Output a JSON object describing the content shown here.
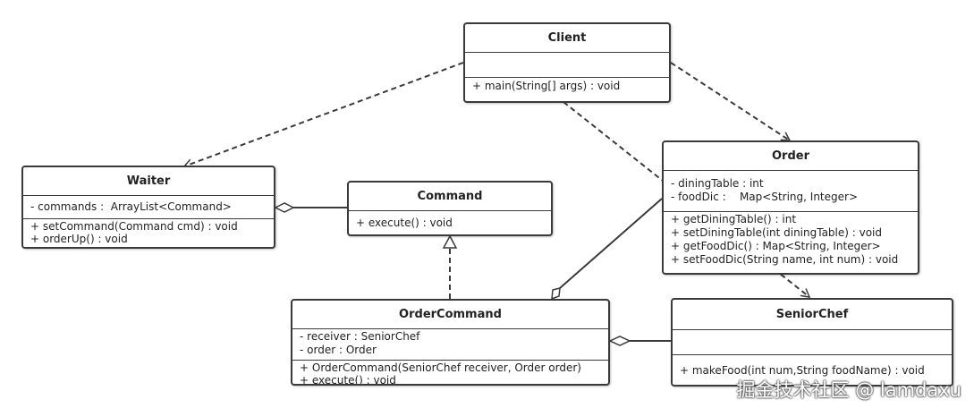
{
  "classes": {
    "client": {
      "name": "Client",
      "attributes": [],
      "methods": [
        "+ main(String[] args) : void"
      ]
    },
    "waiter": {
      "name": "Waiter",
      "attributes": [
        "- commands :  ArrayList<Command>"
      ],
      "methods": [
        "+ setCommand(Command cmd) : void",
        "+ orderUp() : void"
      ]
    },
    "command": {
      "name": "Command",
      "attributes": [],
      "methods": [
        "+ execute() : void"
      ]
    },
    "order": {
      "name": "Order",
      "attributes": [
        "- diningTable : int",
        "- foodDic :    Map<String, Integer>"
      ],
      "methods": [
        "+ getDiningTable() : int",
        "+ setDiningTable(int diningTable) : void",
        "+ getFoodDic() : Map<String, Integer>",
        "+ setFoodDic(String name, int num) : void"
      ]
    },
    "order_command": {
      "name": "OrderCommand",
      "attributes": [
        "- receiver : SeniorChef",
        "- order : Order"
      ],
      "methods": [
        "+ OrderCommand(SeniorChef receiver, Order order)",
        "+ execute() : void"
      ]
    },
    "senior_chef": {
      "name": "SeniorChef",
      "attributes": [],
      "methods": [
        "+ makeFood(int num,String foodName) : void"
      ]
    }
  },
  "relations": [
    {
      "from": "Client",
      "to": "Waiter",
      "type": "dependency"
    },
    {
      "from": "Client",
      "to": "Order",
      "type": "dependency"
    },
    {
      "from": "Client",
      "to": "SeniorChef",
      "type": "dependency"
    },
    {
      "from": "OrderCommand",
      "to": "Command",
      "type": "realization"
    },
    {
      "from": "Waiter",
      "to": "Command",
      "type": "aggregation"
    },
    {
      "from": "OrderCommand",
      "to": "Order",
      "type": "aggregation"
    },
    {
      "from": "OrderCommand",
      "to": "SeniorChef",
      "type": "aggregation"
    }
  ],
  "watermark": "掘金技术社区 @ lamdaxu",
  "colors": {
    "line": "#3a3a3a",
    "background": "#ffffff",
    "box_border": "#3a3a3a"
  }
}
